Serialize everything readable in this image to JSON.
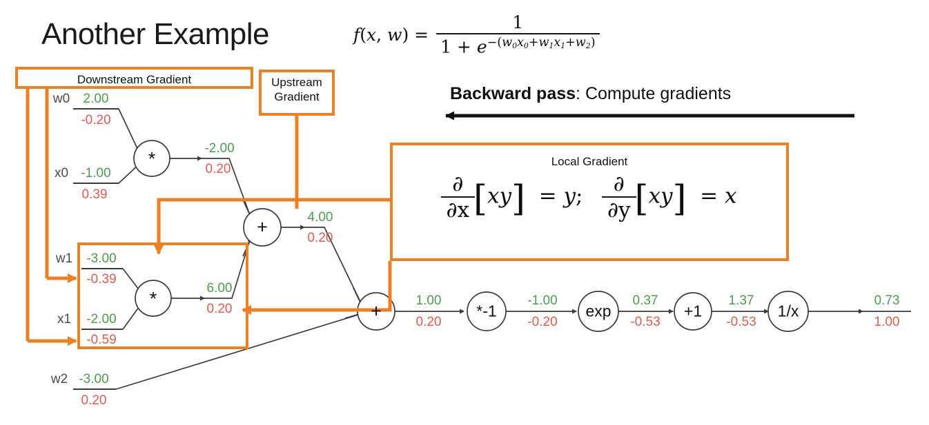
{
  "title": "Another Example",
  "formula": {
    "lhs": "f(x, w) =",
    "numerator": "1",
    "denominator_prefix": "1 + e",
    "exponent": "-(w0x0+w1x1+w2)",
    "plain": "f(x, w) = 1 / (1 + e^-(w0x0 + w1x1 + w2))"
  },
  "backward_pass": {
    "bold": "Backward pass",
    "rest": ": Compute gradients",
    "arrow_direction": "left"
  },
  "annotations": {
    "downstream_label": "Downstream Gradient",
    "upstream_label_line1": "Upstream",
    "upstream_label_line2": "Gradient",
    "local_gradient_caption": "Local Gradient",
    "local_gradient_eq1": "∂/∂x [xy] = y;",
    "local_gradient_eq2": "∂/∂y [xy] = x",
    "eq1": {
      "d": "∂",
      "dvar": "∂x",
      "body": "xy",
      "result": "y"
    },
    "eq2": {
      "d": "∂",
      "dvar": "∂y",
      "body": "xy",
      "result": "x"
    }
  },
  "colors": {
    "orange": "#ED8023",
    "forward_green": "#4F9A4F",
    "backward_red": "#E05A54",
    "edge": "#3a3a3a",
    "text": "#111111"
  },
  "inputs": [
    {
      "name": "w0",
      "forward": "2.00",
      "backward": "-0.20"
    },
    {
      "name": "x0",
      "forward": "-1.00",
      "backward": "0.39"
    },
    {
      "name": "w1",
      "forward": "-3.00",
      "backward": "-0.39"
    },
    {
      "name": "x1",
      "forward": "-2.00",
      "backward": "-0.59"
    },
    {
      "name": "w2",
      "forward": "-3.00",
      "backward": "0.20"
    }
  ],
  "nodes": [
    {
      "id": "mul-top",
      "label": "*"
    },
    {
      "id": "mul-bot",
      "label": "*"
    },
    {
      "id": "add-mid",
      "label": "+"
    },
    {
      "id": "add-main",
      "label": "+"
    },
    {
      "id": "mul-neg1",
      "label": "*-1"
    },
    {
      "id": "exp",
      "label": "exp"
    },
    {
      "id": "plus1",
      "label": "+1"
    },
    {
      "id": "inv",
      "label": "1/x"
    }
  ],
  "edges": [
    {
      "id": "e-mul-top-out",
      "forward": "-2.00",
      "backward": "0.20"
    },
    {
      "id": "e-mul-bot-out",
      "forward": "6.00",
      "backward": "0.20"
    },
    {
      "id": "e-add-mid-out",
      "forward": "4.00",
      "backward": "0.20"
    },
    {
      "id": "e-add-main-out",
      "forward": "1.00",
      "backward": "0.20"
    },
    {
      "id": "e-neg1-out",
      "forward": "-1.00",
      "backward": "-0.20"
    },
    {
      "id": "e-exp-out",
      "forward": "0.37",
      "backward": "-0.53"
    },
    {
      "id": "e-plus1-out",
      "forward": "1.37",
      "backward": "-0.53"
    },
    {
      "id": "e-inv-out",
      "forward": "0.73",
      "backward": "1.00"
    }
  ]
}
